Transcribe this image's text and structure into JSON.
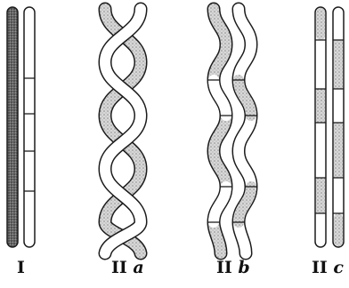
{
  "figure": {
    "panels": [
      {
        "id": "I",
        "label": "I",
        "suffix": ""
      },
      {
        "id": "IIa",
        "label": "II",
        "suffix": "a"
      },
      {
        "id": "IIb",
        "label": "II",
        "suffix": "b"
      },
      {
        "id": "IIc",
        "label": "II",
        "suffix": "c"
      }
    ],
    "colors": {
      "ink": "#1c1c1c",
      "stipple": "#c9c9c9",
      "dark_fill": "#6f6f6f",
      "paper": "#ffffff"
    }
  }
}
